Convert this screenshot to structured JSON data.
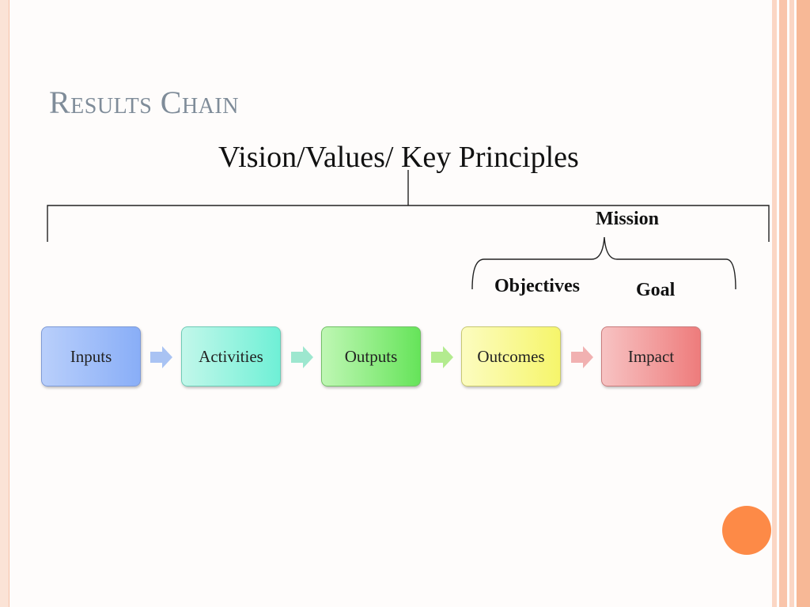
{
  "slide": {
    "title": "Results Chain"
  },
  "diagram": {
    "vision_label": "Vision/Values/ Key Principles",
    "mission_label": "Mission",
    "objectives_label": "Objectives",
    "goal_label": "Goal",
    "chain": [
      {
        "label": "Inputs",
        "color": "#89aef7"
      },
      {
        "label": "Activities",
        "color": "#6ff0d6"
      },
      {
        "label": "Outputs",
        "color": "#66e45a"
      },
      {
        "label": "Outcomes",
        "color": "#f6f56b"
      },
      {
        "label": "Impact",
        "color": "#ee7c7c"
      }
    ],
    "arrow_colors": [
      "#a9c3f3",
      "#9de7cf",
      "#b3eb8f",
      "#f1b1b1"
    ]
  },
  "theme": {
    "accent": "#fd8a47",
    "title_color": "#7f8c99"
  }
}
